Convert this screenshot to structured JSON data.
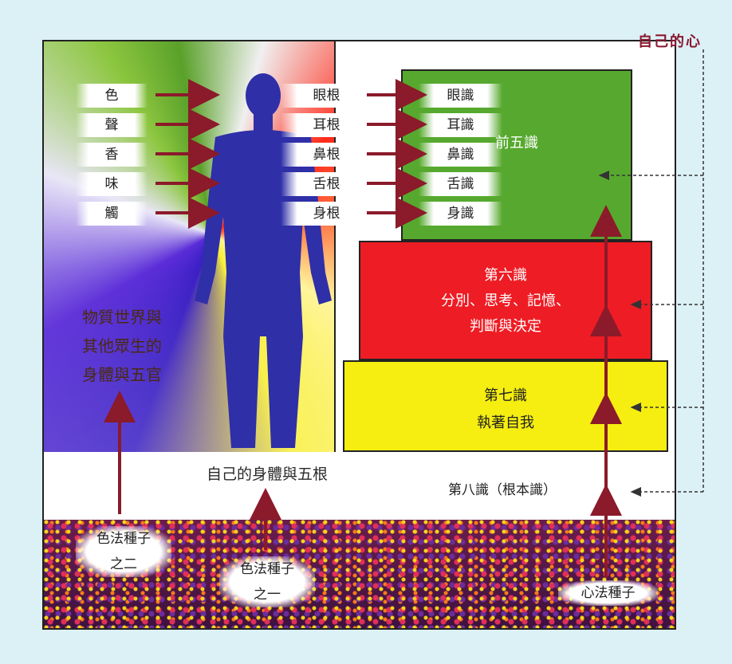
{
  "mind_label": "自己的心",
  "world_text": [
    "物質世界與",
    "其他眾生的",
    "身體與五官"
  ],
  "senses": {
    "objects": [
      "色",
      "聲",
      "香",
      "味",
      "觸"
    ],
    "roots": [
      "眼根",
      "耳根",
      "鼻根",
      "舌根",
      "身根"
    ],
    "consciousnesses": [
      "眼識",
      "耳識",
      "鼻識",
      "舌識",
      "身識"
    ]
  },
  "layers": {
    "first_five": "前五識",
    "sixth_title": "第六識",
    "sixth_desc_1": "分別、思考、記憶、",
    "sixth_desc_2": "判斷與決定",
    "seventh_title": "第七識",
    "seventh_desc": "執著自我",
    "eighth": "第八識（根本識）",
    "own_body": "自己的身體與五根"
  },
  "seeds": {
    "form_two_l1": "色法種子",
    "form_two_l2": "之二",
    "form_one_l1": "色法種子",
    "form_one_l2": "之一",
    "mind_seed": "心法種子"
  },
  "colors": {
    "arrow": "#8b1a2a",
    "first_five_bg": "#56a92e",
    "sixth_bg": "#ee1c24",
    "seventh_bg": "#f5ee10",
    "person": "#2f2fa8"
  }
}
